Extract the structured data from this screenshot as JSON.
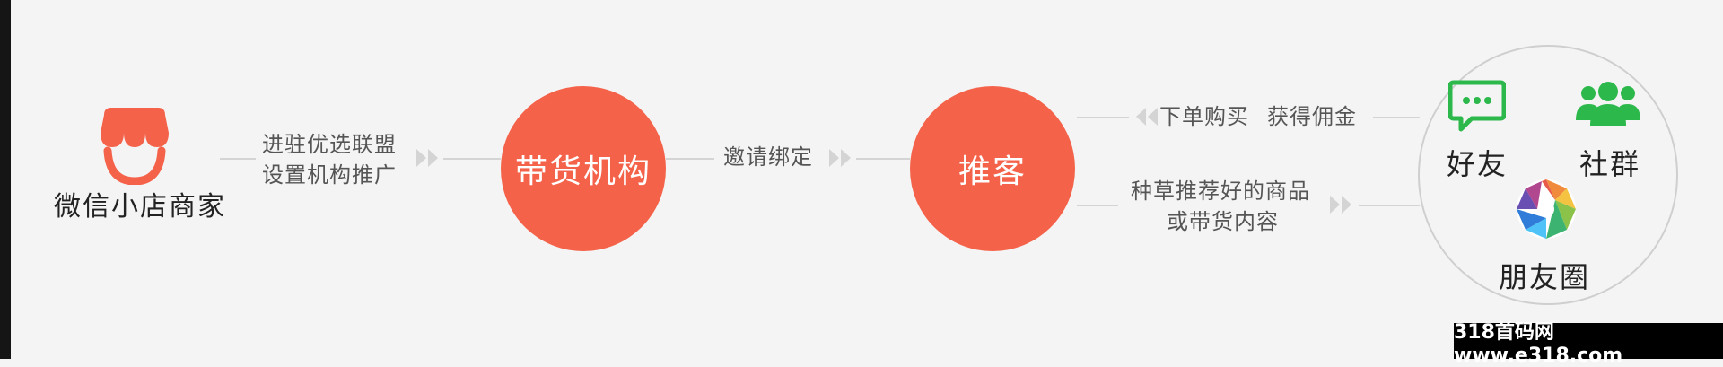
{
  "merchant": {
    "label": "微信小店商家",
    "icon": "shop-icon"
  },
  "step1": {
    "line1": "进驻优选联盟",
    "line2": "设置机构推广"
  },
  "node_agency": {
    "label": "带货机构"
  },
  "step2": {
    "label": "邀请绑定"
  },
  "node_promoter": {
    "label": "推客"
  },
  "top_flow": {
    "left": "下单购买",
    "right": "获得佣金"
  },
  "bottom_flow": {
    "line1": "种草推荐好的商品",
    "line2": "或带货内容"
  },
  "channels": {
    "friends": {
      "label": "好友",
      "icon": "chat-icon"
    },
    "groups": {
      "label": "社群",
      "icon": "group-icon"
    },
    "moments": {
      "label": "朋友圈",
      "icon": "moments-icon"
    }
  },
  "watermark": {
    "text": "318首码网 www.e318.com"
  },
  "colors": {
    "accent": "#f5624a",
    "wechat_green": "#2db84c",
    "line": "#d4d4d4"
  }
}
